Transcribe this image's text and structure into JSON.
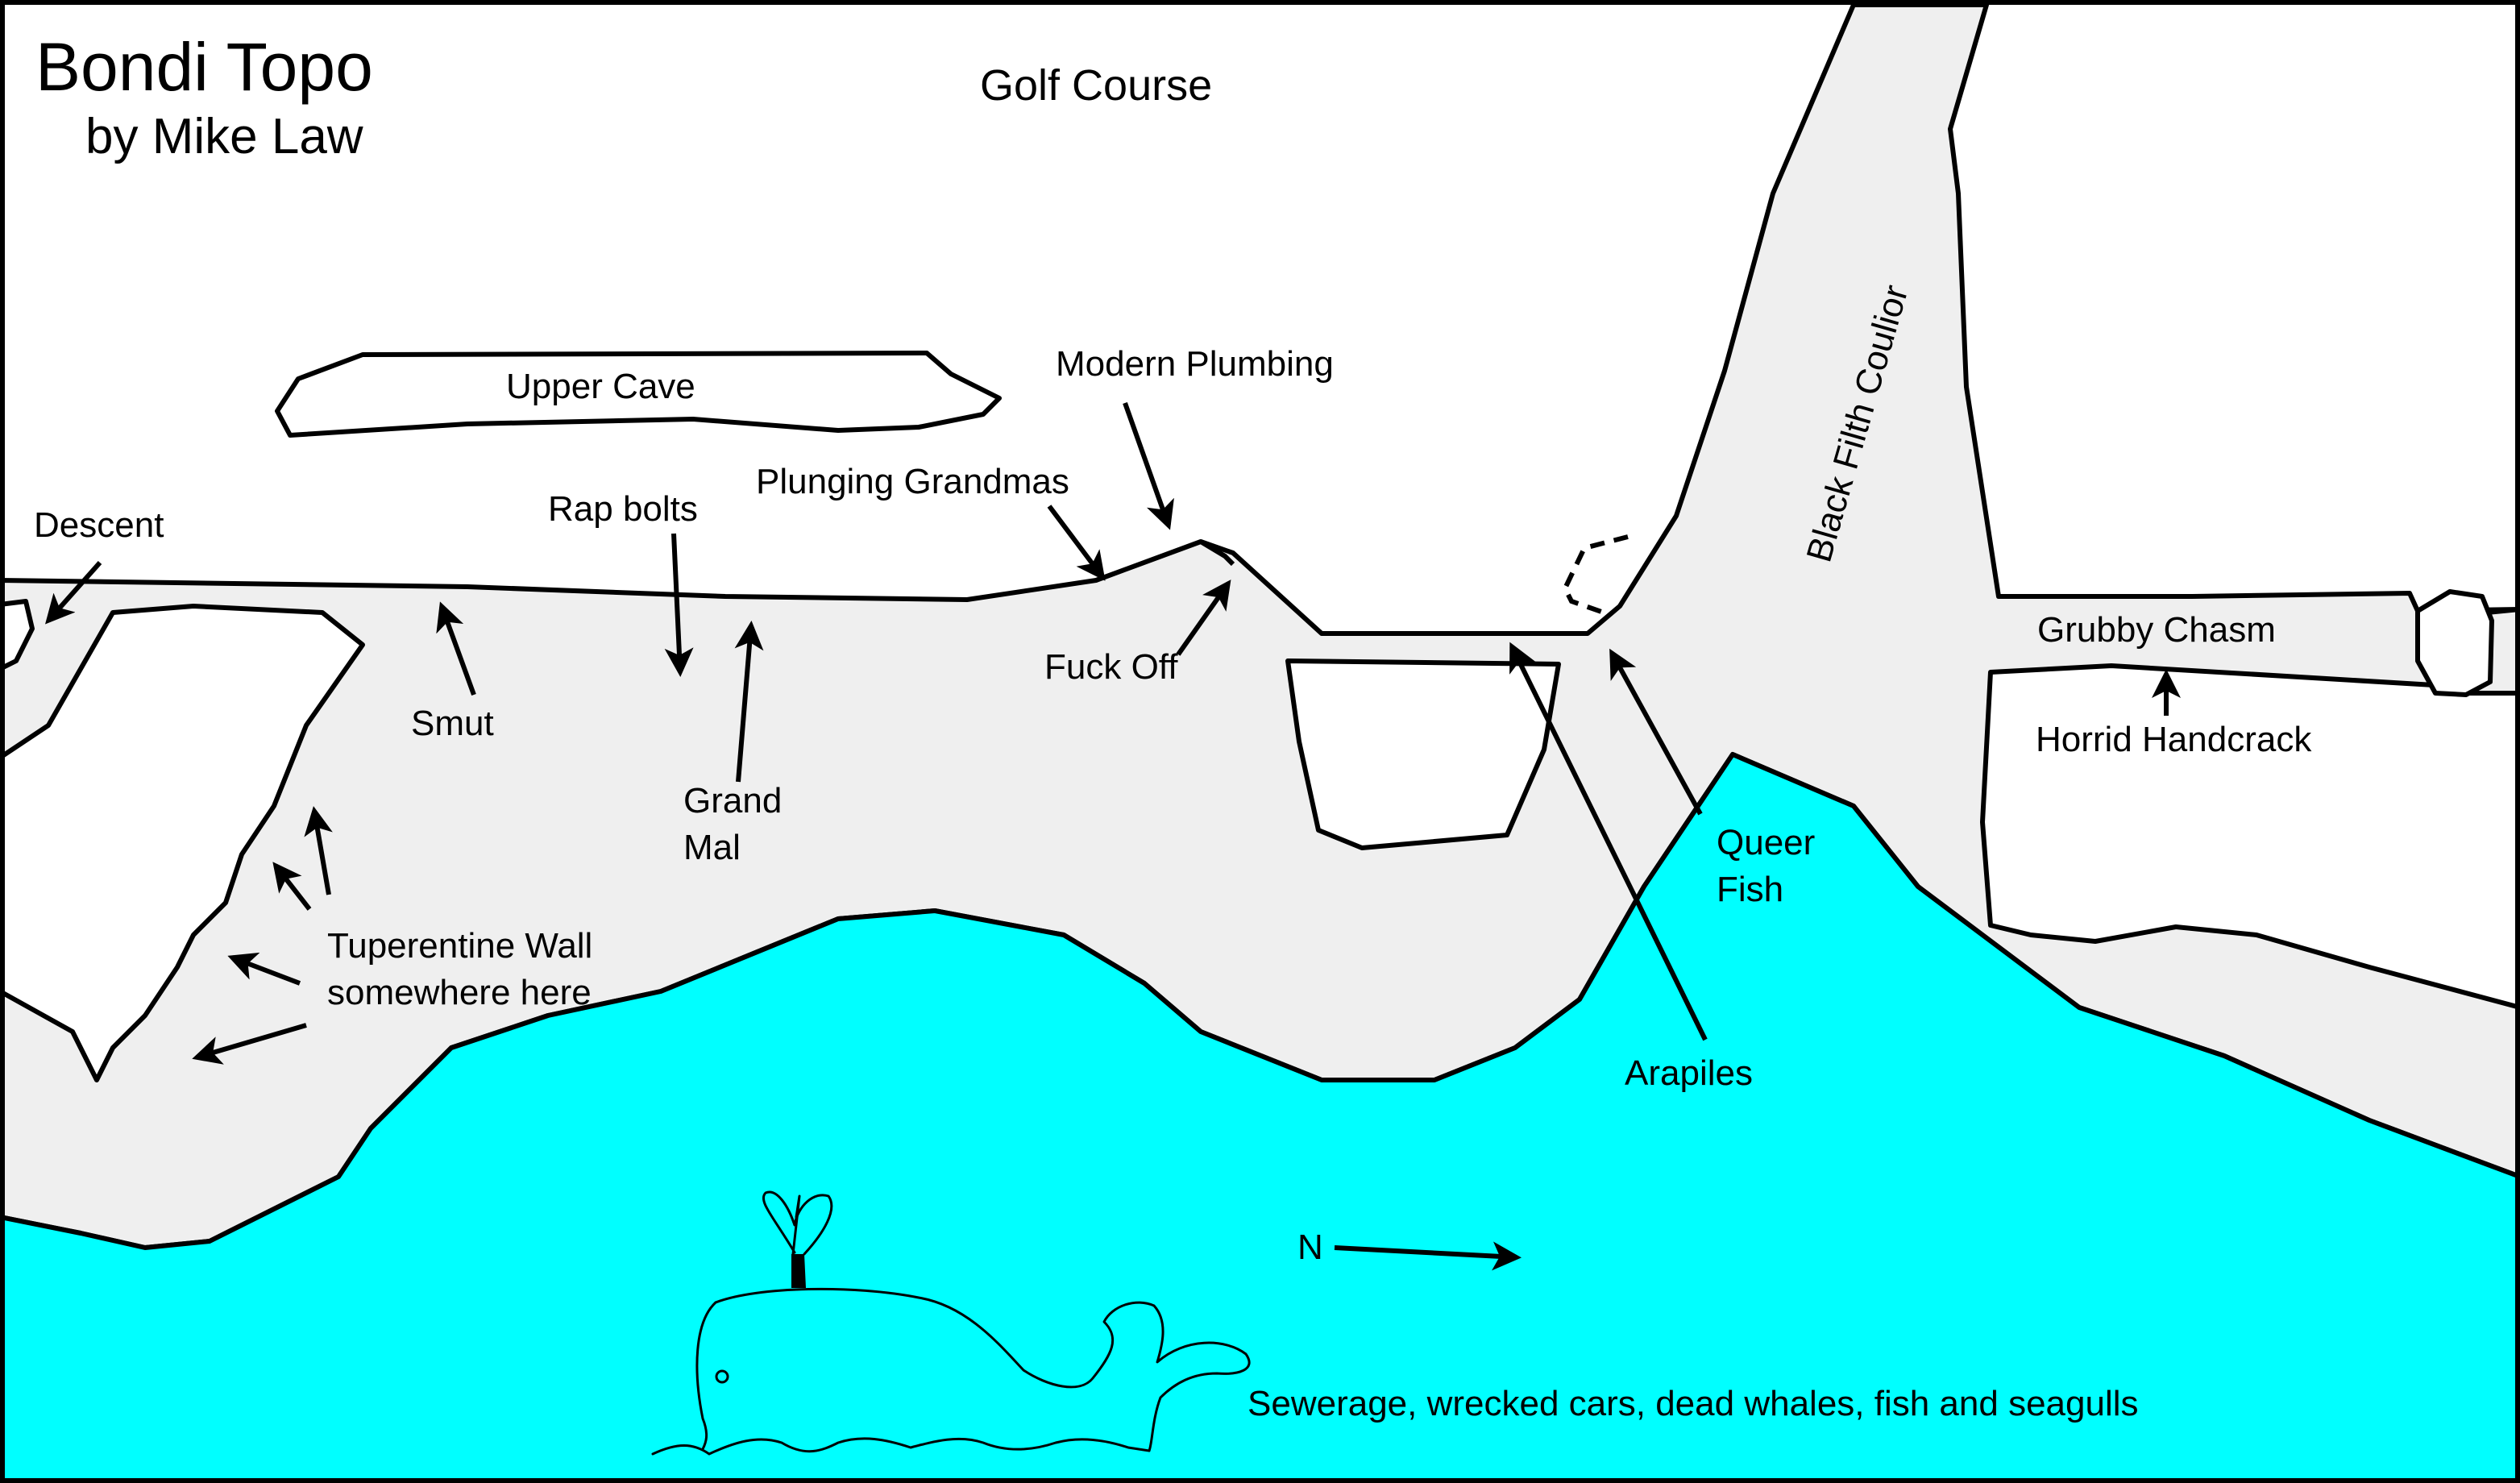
{
  "title": "Bondi Topo",
  "author": "by Mike Law",
  "colors": {
    "sea": "#00ffff",
    "rock": "#efefef",
    "land": "#ffffff",
    "ink": "#000000"
  },
  "labels": {
    "golf_course": "Golf Course",
    "upper_cave": "Upper Cave",
    "modern_plumbing": "Modern Plumbing",
    "plunging_grandmas": "Plunging Grandmas",
    "rap_bolts": "Rap bolts",
    "descent": "Descent",
    "smut": "Smut",
    "grand_mal_1": "Grand",
    "grand_mal_2": "Mal",
    "fuck_off": "Fuck Off",
    "black_filth_coulior": "Black Filth Coulior",
    "grubby_chasm": "Grubby Chasm",
    "horrid_handcrack": "Horrid Handcrack",
    "queer_fish_1": "Queer",
    "queer_fish_2": "Fish",
    "arapiles": "Arapiles",
    "tuperentine_1": "Tuperentine Wall",
    "tuperentine_2": "somewhere here",
    "north": "N",
    "sea_note": "Sewerage, wrecked cars, dead whales, fish and seagulls"
  },
  "icons": {
    "whale": "whale-icon",
    "north_arrow": "north-arrow-icon"
  }
}
